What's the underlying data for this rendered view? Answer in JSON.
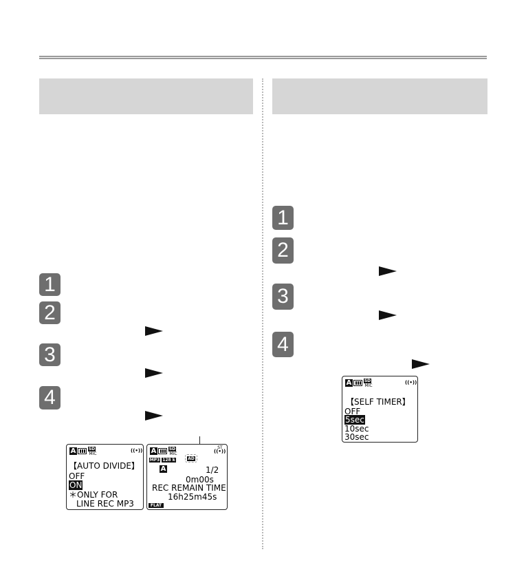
{
  "steps": [
    "1",
    "2",
    "3",
    "4"
  ],
  "auto_divide_screen": {
    "title": "【AUTO DIVIDE】",
    "option_off": "OFF",
    "option_on": "ON",
    "note_line1": "＊ONLY FOR",
    "note_line2": "LINE REC MP3",
    "sd_label": "SD",
    "mic_label": "MIC"
  },
  "recording_screen": {
    "format": "MP3",
    "bitrate": "128 k",
    "folder": "A",
    "file_position": "1/2",
    "ad_indicator": "AD",
    "elapsed": "0m00s",
    "remain_label": "REC REMAIN TIME",
    "remain_time": "16h25m45s",
    "eq_mode": "FLAT",
    "sd_label": "SD",
    "mic_label": "MIC",
    "stereo_label": "ST"
  },
  "self_timer_screen": {
    "title": "【SELF TIMER】",
    "options": [
      "OFF",
      "5sec",
      "10sec",
      "30sec"
    ],
    "selected_option": "5sec",
    "sd_label": "SD",
    "mic_label": "MIC"
  },
  "icons": {
    "step_marker": "rounded-square-number",
    "nav_arrow": "right-triangle-arrow",
    "battery": "battery-icon",
    "stereo_mic": "stereo-mic-icon"
  },
  "colors": {
    "rule": "#9a9a9a",
    "header_band": "#d6d6d6",
    "step_marker": "#6e6e6e",
    "lcd_text": "#111111"
  }
}
